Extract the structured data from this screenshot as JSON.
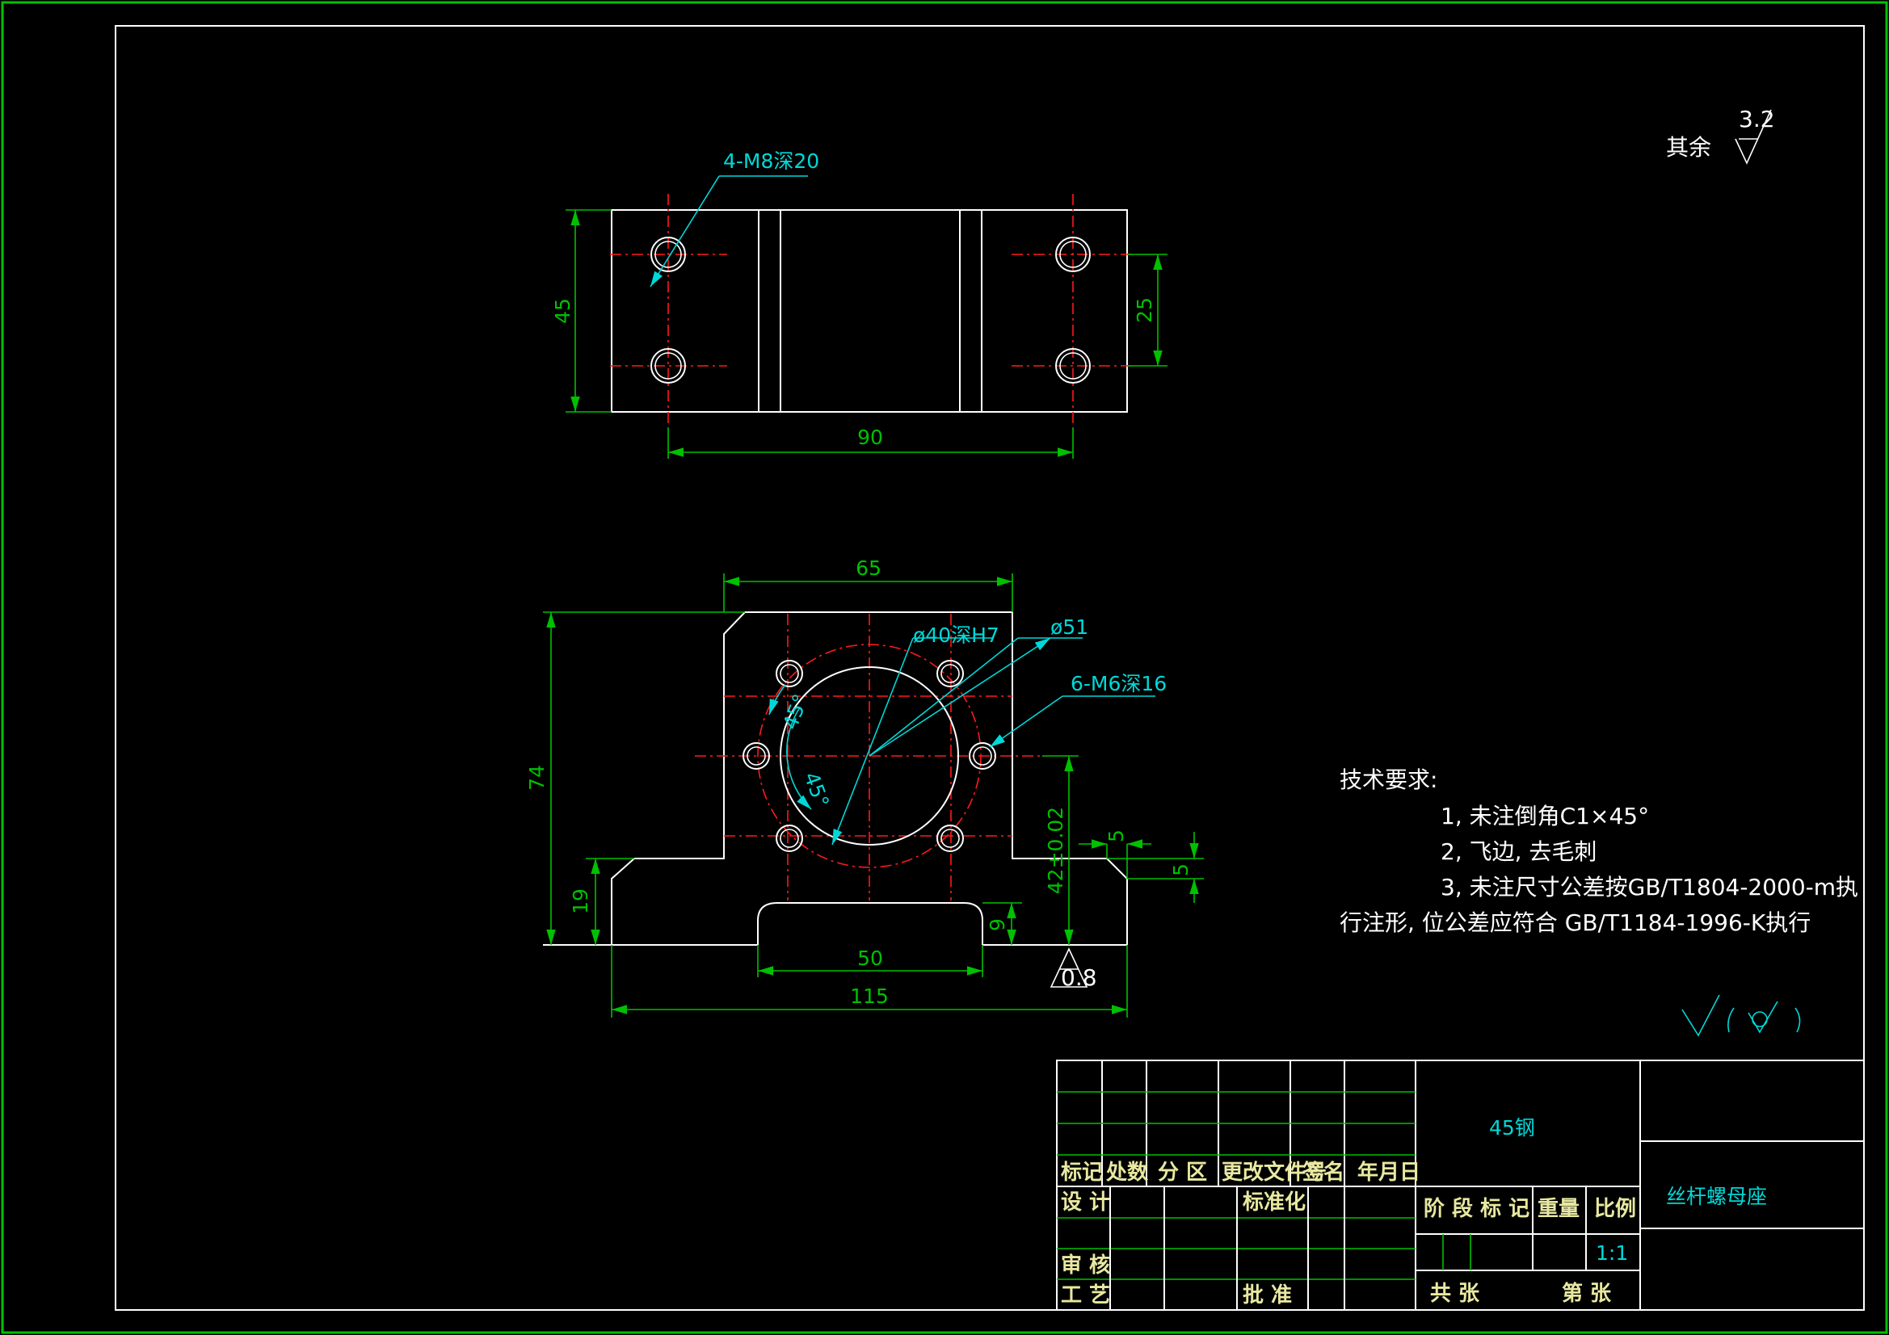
{
  "roughness": {
    "other_label": "其余",
    "value": "3.2"
  },
  "top_view": {
    "hole_callout": "4-M8深20",
    "dim_height": "45",
    "dim_hole_spacing_v": "25",
    "dim_hole_spacing_h": "90"
  },
  "front_view": {
    "dim_top_width": "65",
    "dim_bore": "ø40深H7",
    "dim_bolt_circle": "ø51",
    "hole_callout": "6-M6深16",
    "angle_1": "45°",
    "angle_2": "45°",
    "dim_total_height": "74",
    "dim_center_height": "42±0.02",
    "dim_base_height": "19",
    "dim_slot_depth": "9",
    "dim_slot_width": "50",
    "dim_total_width": "115",
    "dim_chamfer_w": "5",
    "dim_chamfer_h": "5",
    "datum_roughness": "0.8"
  },
  "tech_requirements": {
    "title": "技术要求:",
    "items": [
      "1, 未注倒角C1×45°",
      "2, 飞边, 去毛刺",
      "3, 未注尺寸公差按GB/T1804-2000-m执"
    ],
    "continuation": "行注形, 位公差应符合    GB/T1184-1996-K执行"
  },
  "title_block": {
    "material": "45钢",
    "part_name": "丝杆螺母座",
    "headers": {
      "mark": "标记",
      "count": "处数",
      "zone": "分 区",
      "change_doc": "更改文件号",
      "signature": "签名",
      "date": "年月日"
    },
    "design": "设 计",
    "standardize": "标准化",
    "review": "审 核",
    "process": "工 艺",
    "approve": "批 准",
    "stage_mark": "阶 段 标 记",
    "weight": "重量",
    "scale_label": "比例",
    "scale_value": "1:1",
    "total_sheets": "共     张",
    "sheet_no": "第     张"
  },
  "colors": {
    "background": "#000000",
    "outline": "#ffffff",
    "dimension": "#00c000",
    "annotation": "#00d8d8",
    "centerline": "#ff1a1a"
  }
}
